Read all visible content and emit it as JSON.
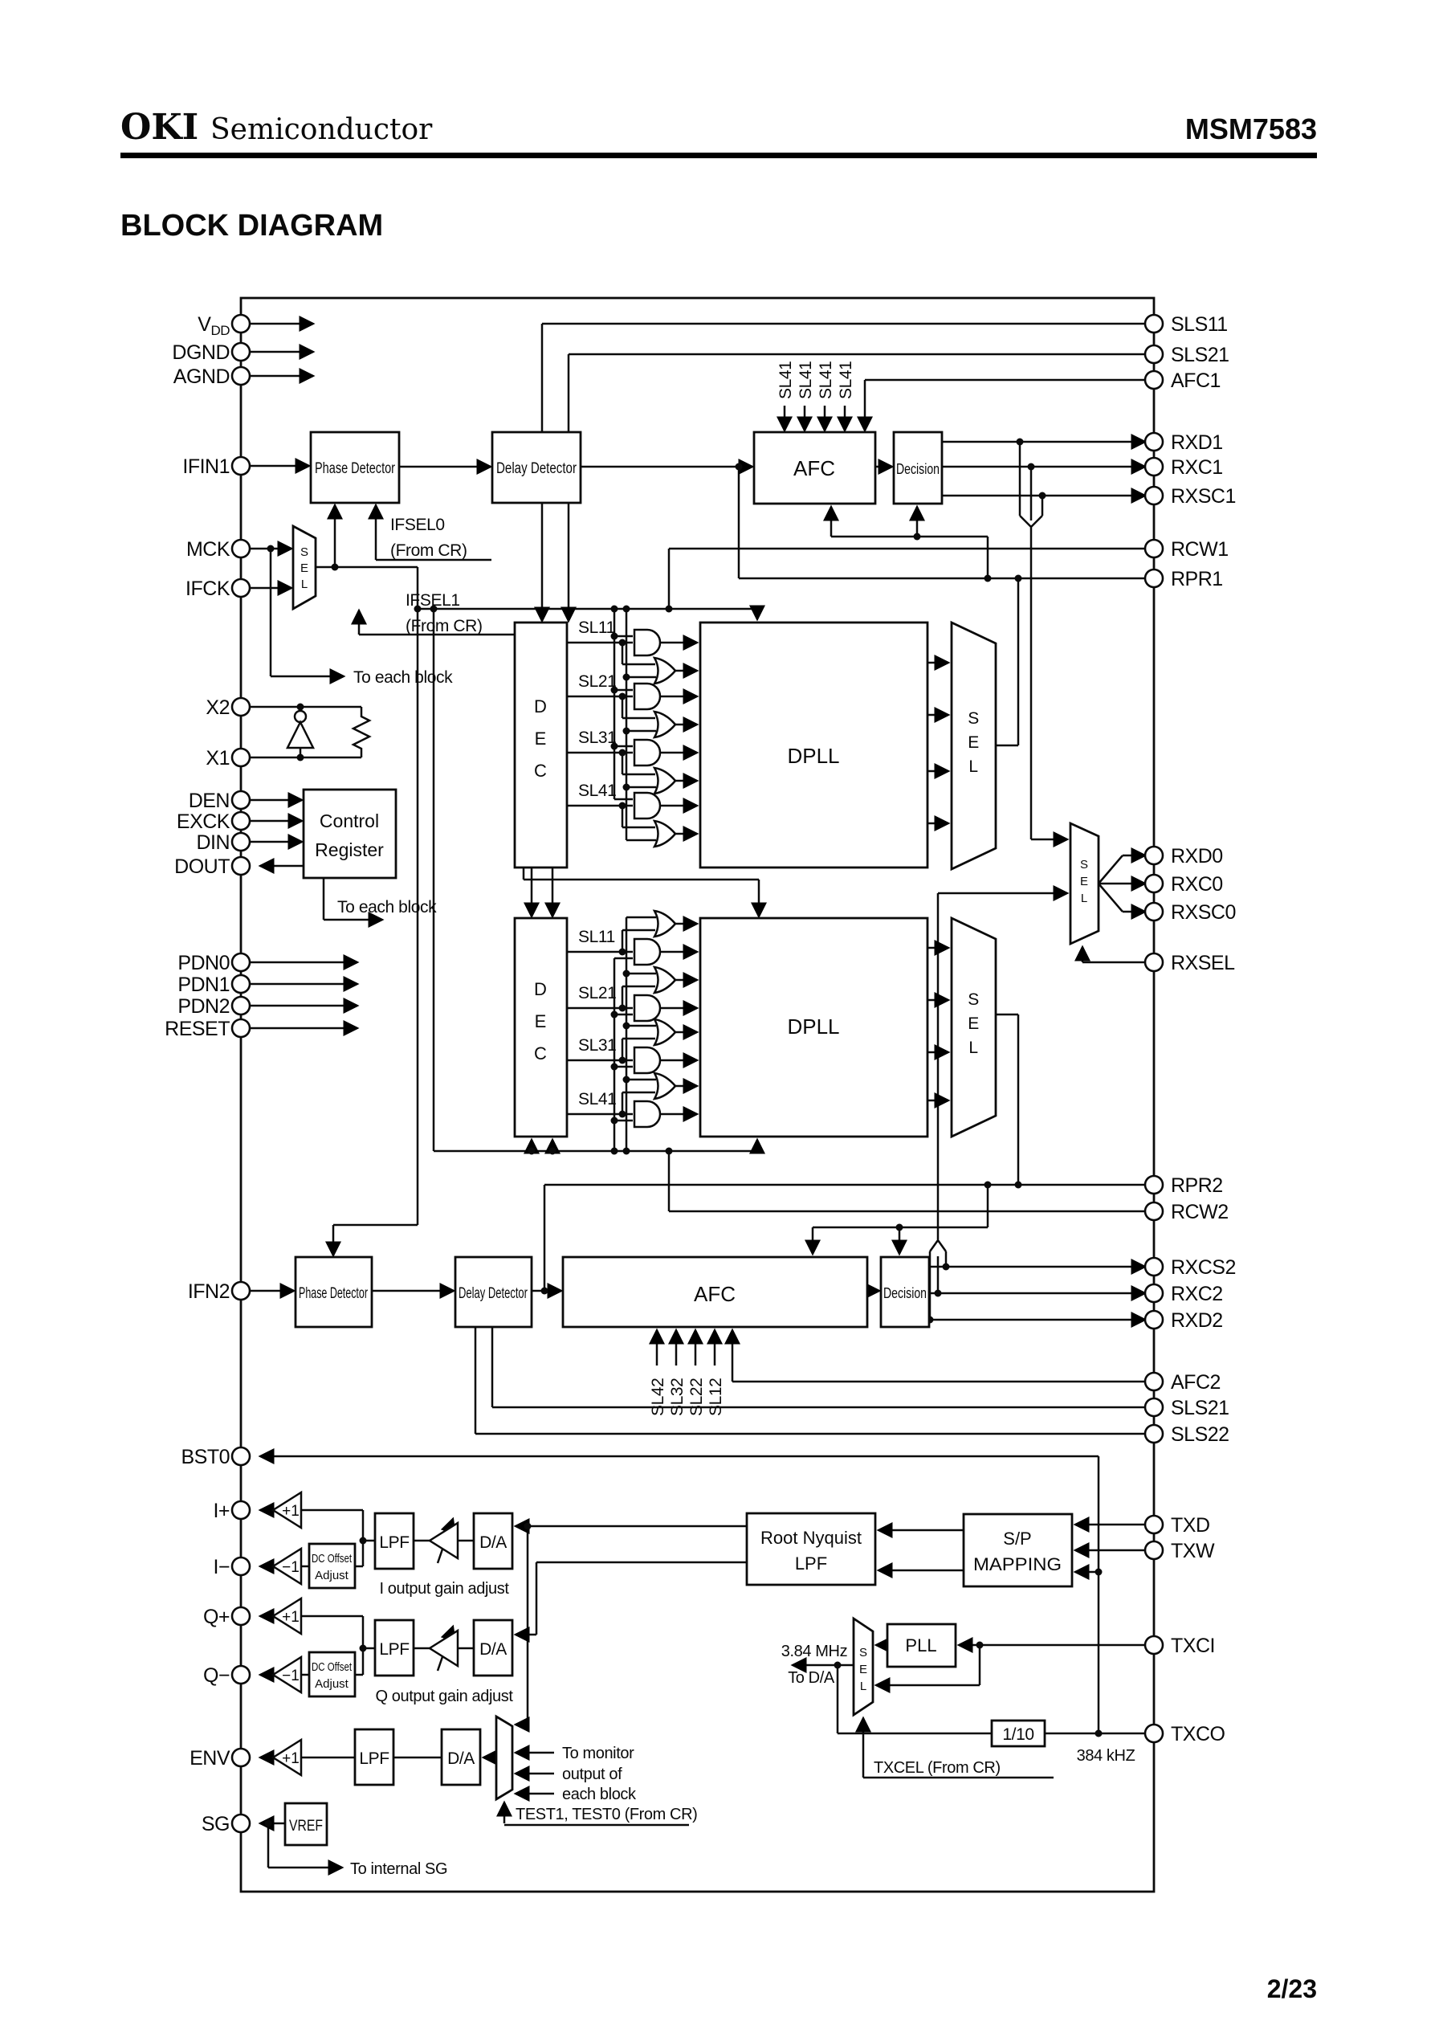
{
  "header": {
    "brand": "OKI",
    "brand_suffix": "Semiconductor",
    "part": "MSM7583"
  },
  "title": "BLOCK DIAGRAM",
  "page_number": "2/23",
  "pins_left": [
    {
      "label": "V",
      "sub": "DD"
    },
    {
      "label": "DGND"
    },
    {
      "label": "AGND"
    },
    {
      "label": "IFIN1"
    },
    {
      "label": "MCK"
    },
    {
      "label": "IFCK"
    },
    {
      "label": "X2"
    },
    {
      "label": "X1"
    },
    {
      "label": "DEN"
    },
    {
      "label": "EXCK"
    },
    {
      "label": "DIN"
    },
    {
      "label": "DOUT"
    },
    {
      "label": "PDN0"
    },
    {
      "label": "PDN1"
    },
    {
      "label": "PDN2"
    },
    {
      "label": "RESET"
    },
    {
      "label": "IFN2"
    },
    {
      "label": "BST0"
    },
    {
      "label": "I+"
    },
    {
      "label": "I−"
    },
    {
      "label": "Q+"
    },
    {
      "label": "Q−"
    },
    {
      "label": "ENV"
    },
    {
      "label": "SG"
    }
  ],
  "pins_right": [
    {
      "label": "SLS11"
    },
    {
      "label": "SLS21"
    },
    {
      "label": "AFC1"
    },
    {
      "label": "RXD1"
    },
    {
      "label": "RXC1"
    },
    {
      "label": "RXSC1"
    },
    {
      "label": "RCW1"
    },
    {
      "label": "RPR1"
    },
    {
      "label": "RXD0"
    },
    {
      "label": "RXC0"
    },
    {
      "label": "RXSC0"
    },
    {
      "label": "RXSEL"
    },
    {
      "label": "RPR2"
    },
    {
      "label": "RCW2"
    },
    {
      "label": "RXCS2"
    },
    {
      "label": "RXC2"
    },
    {
      "label": "RXD2"
    },
    {
      "label": "AFC2"
    },
    {
      "label": "SLS21"
    },
    {
      "label": "SLS22"
    },
    {
      "label": "TXD"
    },
    {
      "label": "TXW"
    },
    {
      "label": "TXCI"
    },
    {
      "label": "TXCO"
    }
  ],
  "blocks": {
    "phase_detector": "Phase Detector",
    "delay_detector": "Delay Detector",
    "afc": "AFC",
    "decision": "Decision",
    "dpll": "DPLL",
    "dec_d": "D",
    "dec_e": "E",
    "dec_c": "C",
    "sel_s": "S",
    "sel_e": "E",
    "sel_l": "L",
    "control_1": "Control",
    "control_2": "Register",
    "lpf": "LPF",
    "da": "D/A",
    "dc_offset_1": "DC Offset",
    "dc_offset_2": "Adjust",
    "root_1": "Root Nyquist",
    "root_2": "LPF",
    "sp_1": "S/P",
    "sp_2": "MAPPING",
    "pll": "PLL",
    "divider": "1/10",
    "vref": "VREF",
    "plus_one": "+1",
    "minus_one": "−1"
  },
  "signals": {
    "sl11": "SL11",
    "sl21": "SL21",
    "sl31": "SL31",
    "sl41": "SL41",
    "sl42": "SL42",
    "sl32": "SL32",
    "sl22": "SL22",
    "sl12": "SL12"
  },
  "annotations": {
    "ifsel0": "IFSEL0",
    "ifsel1": "IFSEL1",
    "from_cr": "(From CR)",
    "to_each_block": "To each block",
    "i_gain": "I output gain adjust",
    "q_gain": "Q output gain adjust",
    "freq_384m": "3.84 MHz",
    "to_da": "To D/A",
    "freq_384k": "384 kHZ",
    "txcel": "TXCEL (From CR)",
    "test": "TEST1, TEST0 (From CR)",
    "to_monitor_1": "To monitor",
    "to_monitor_2": "output of",
    "to_monitor_3": "each block",
    "to_internal_sg": "To internal SG"
  },
  "colors": {
    "ink": "#0a0a0a",
    "paper": "#ffffff"
  }
}
